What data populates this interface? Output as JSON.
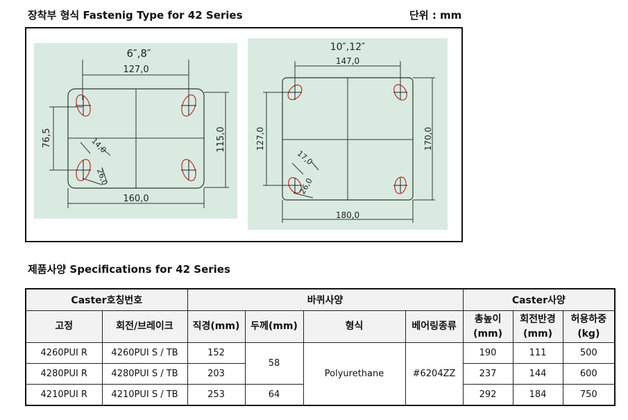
{
  "fastening": {
    "title": "장착부 형식 Fastenig Type for 42 Series",
    "unit": "단위 : mm",
    "left": {
      "size": "6″,8″",
      "top_dim": "127,0",
      "bottom_dim": "160,0",
      "left_dim": "76,5",
      "right_dim": "115,0",
      "slot_dim_a": "14,0",
      "slot_dim_b": "26,0"
    },
    "right": {
      "size": "10″,12″",
      "top_dim": "147,0",
      "bottom_dim": "180,0",
      "left_dim": "127,0",
      "right_dim": "170,0",
      "slot_dim_a": "17,0",
      "slot_dim_b": "26,0"
    }
  },
  "specs": {
    "title": "제품사양 Specifications for 42 Series",
    "groups": {
      "caster_name": "Caster호칭번호",
      "wheel": "바퀴사양",
      "caster": "Caster사양"
    },
    "columns": {
      "fixed": "고정",
      "swivel": "회전/브레이크",
      "diameter": "직경(mm)",
      "thickness": "두께(mm)",
      "type": "형식",
      "bearing": "베어링종류",
      "height_a": "총높이",
      "height_b": "(mm)",
      "radius_a": "회전반경",
      "radius_b": "(mm)",
      "load_a": "허용하중",
      "load_b": "(kg)"
    },
    "rows": [
      {
        "fixed": "4260PUI R",
        "swivel": "4260PUI S / TB",
        "diameter": "152",
        "height": "190",
        "radius": "111",
        "load": "500"
      },
      {
        "fixed": "4280PUI R",
        "swivel": "4280PUI S / TB",
        "diameter": "203",
        "height": "237",
        "radius": "144",
        "load": "600"
      },
      {
        "fixed": "4210PUI R",
        "swivel": "4210PUI S / TB",
        "diameter": "253",
        "height": "292",
        "radius": "184",
        "load": "750"
      }
    ],
    "thickness_merged": "58",
    "thickness_last": "64",
    "type_merged": "Polyurethane",
    "bearing_merged": "#6204ZZ"
  }
}
